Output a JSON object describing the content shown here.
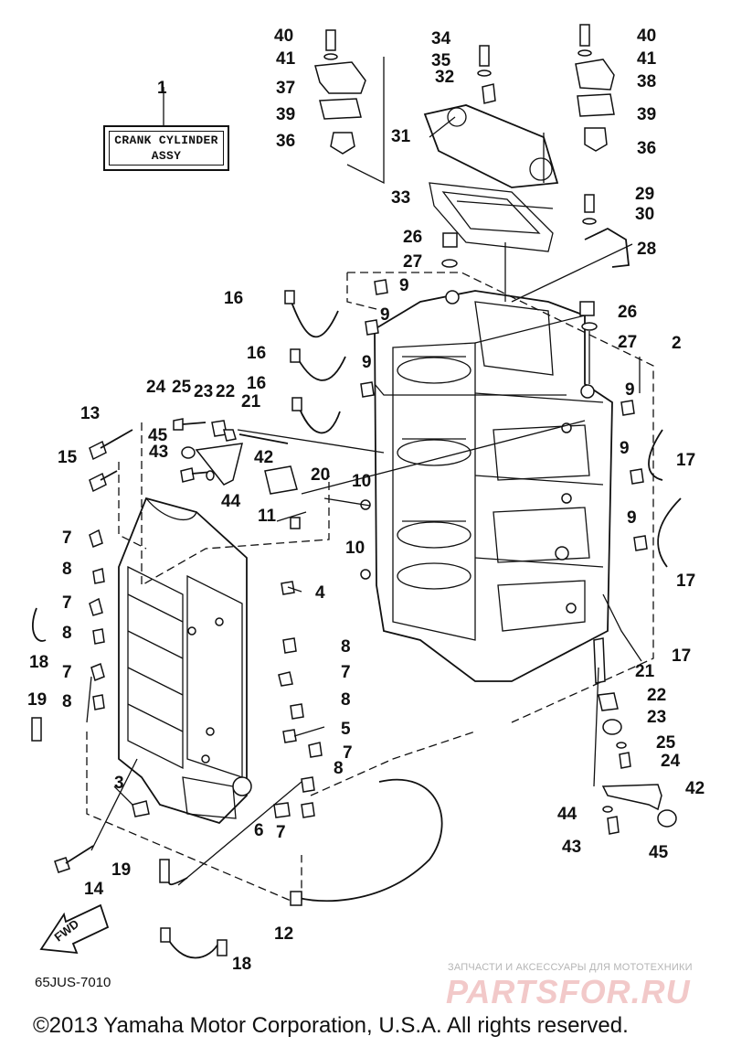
{
  "label_box": {
    "number": "1",
    "line1": "CRANK CYLINDER",
    "line2": "ASSY"
  },
  "callouts": [
    "40",
    "41",
    "37",
    "39",
    "36",
    "34",
    "35",
    "32",
    "31",
    "33",
    "40",
    "41",
    "38",
    "39",
    "36",
    "29",
    "30",
    "28",
    "26",
    "27",
    "16",
    "9",
    "9",
    "16",
    "9",
    "16",
    "26",
    "27",
    "2",
    "24",
    "25",
    "23",
    "22",
    "21",
    "45",
    "42",
    "43",
    "44",
    "13",
    "15",
    "20",
    "10",
    "11",
    "10",
    "9",
    "17",
    "9",
    "17",
    "9",
    "17",
    "7",
    "8",
    "7",
    "8",
    "7",
    "8",
    "19",
    "18",
    "4",
    "8",
    "7",
    "8",
    "5",
    "7",
    "8",
    "3",
    "6",
    "7",
    "14",
    "19",
    "12",
    "18",
    "21",
    "22",
    "23",
    "25",
    "24",
    "42",
    "44",
    "43",
    "45"
  ],
  "fwd_label": "FWD",
  "drawing_code": "65JUS-7010",
  "watermark": {
    "tagline": "ЗАПЧАСТИ И АКСЕССУАРЫ ДЛЯ МОТОТЕХНИКИ",
    "logo": "PARTSFOR.RU"
  },
  "copyright": "©2013 Yamaha Motor Corporation, U.S.A. All rights reserved.",
  "colors": {
    "ink": "#111111",
    "background": "#ffffff",
    "watermark_logo": "#f2c9c9",
    "watermark_text": "#b5b5b5"
  }
}
